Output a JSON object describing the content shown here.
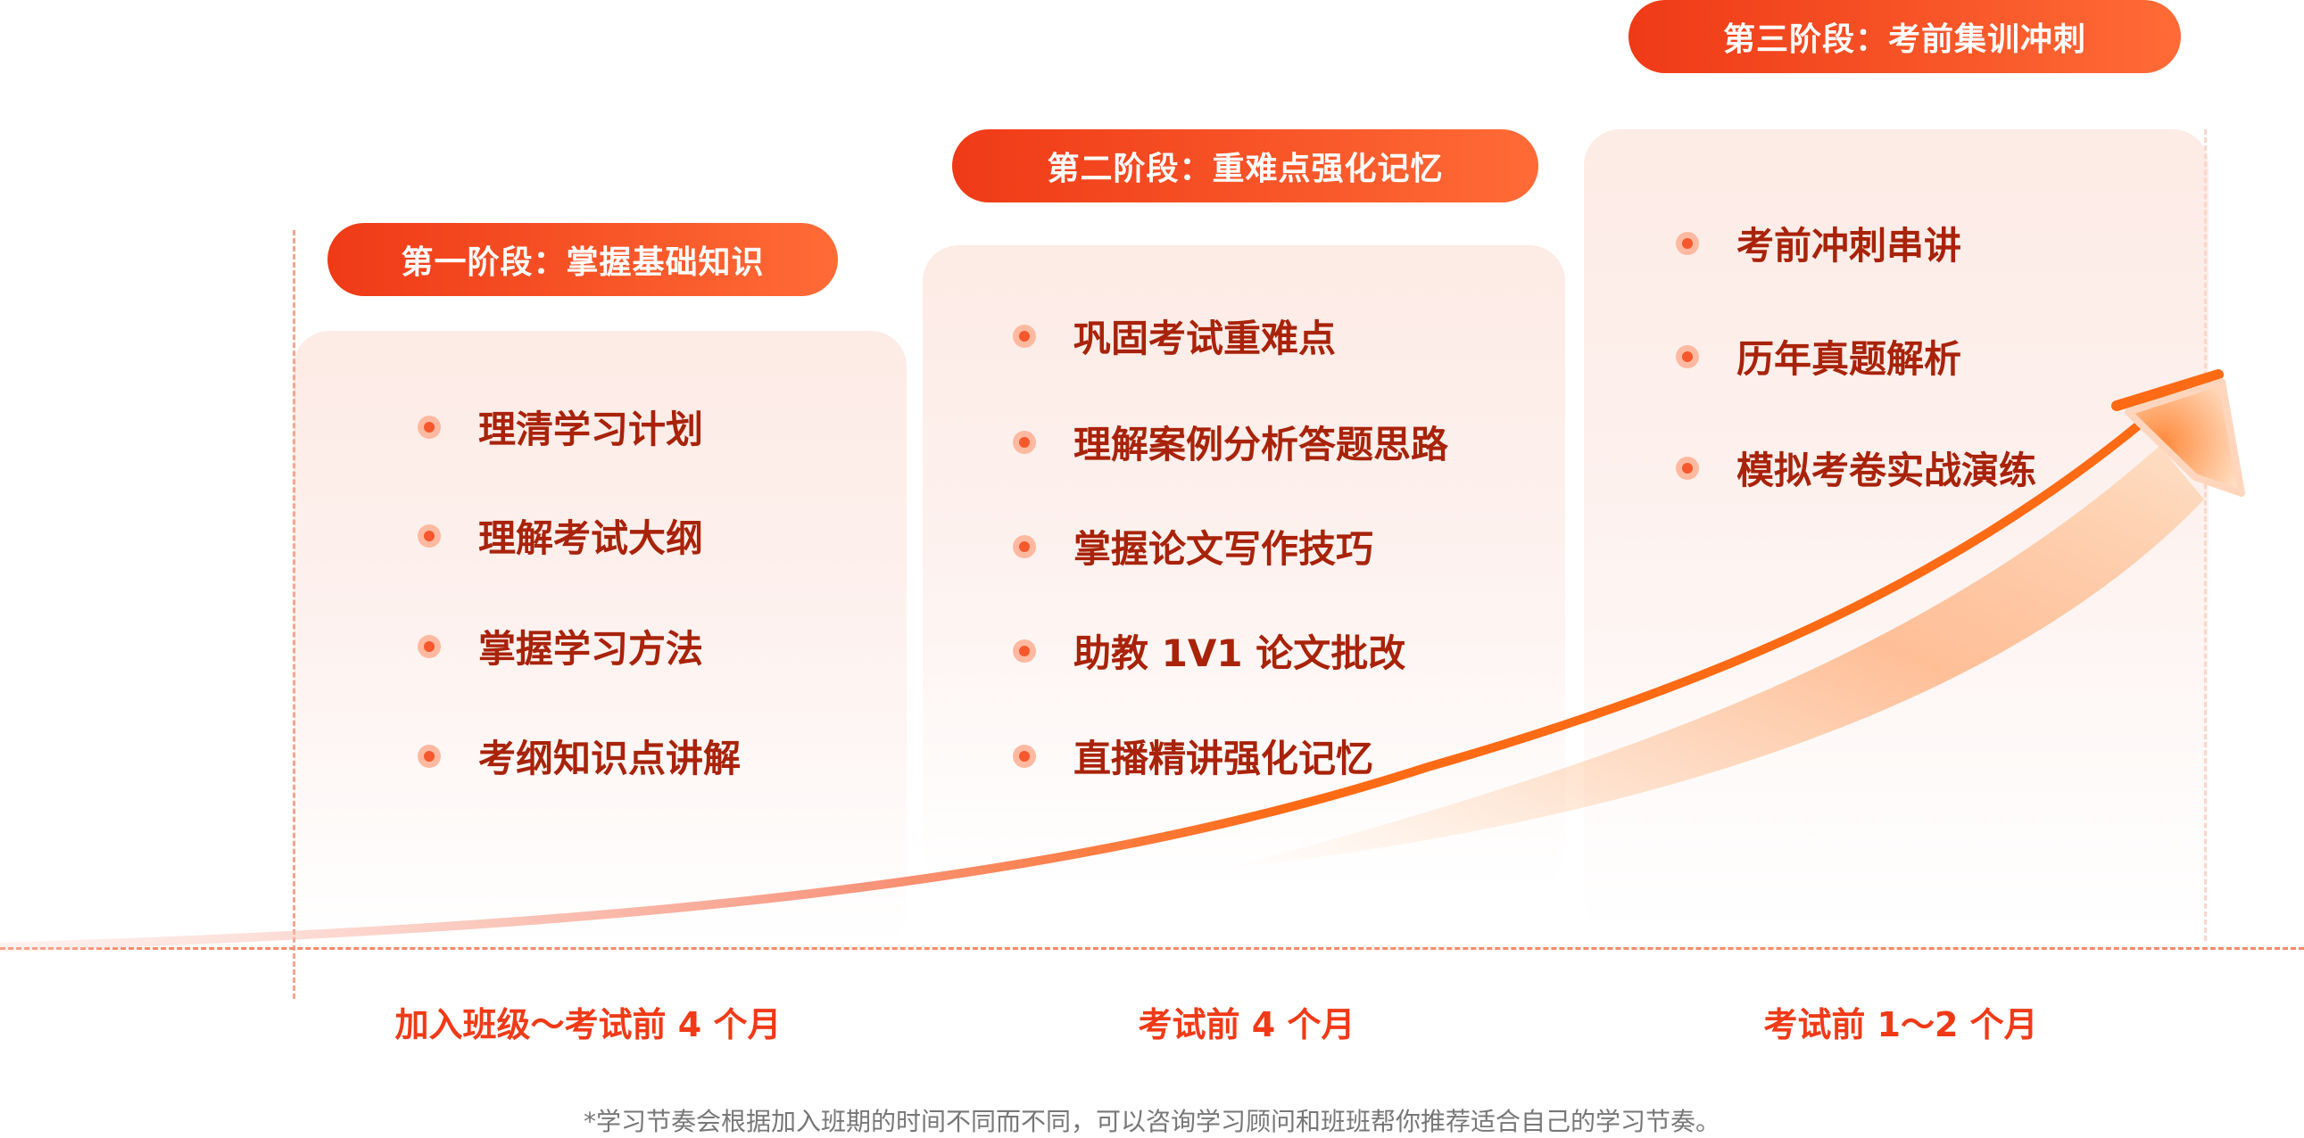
{
  "stages": [
    {
      "title": "第一阶段：掌握基础知识",
      "items": [
        "理清学习计划",
        "理解考试大纲",
        "掌握学习方法",
        "考纲知识点讲解"
      ],
      "time": "加入班级～考试前 4 个月"
    },
    {
      "title": "第二阶段：重难点强化记忆",
      "items": [
        "巩固考试重难点",
        "理解案例分析答题思路",
        "掌握论文写作技巧",
        "助教 1V1 论文批改",
        "直播精讲强化记忆"
      ],
      "time": "考试前 4 个月"
    },
    {
      "title": "第三阶段：考前集训冲刺",
      "items": [
        "考前冲刺串讲",
        "历年真题解析",
        "模拟考卷实战演练"
      ],
      "time": "考试前 1～2 个月"
    }
  ],
  "note": "*学习节奏会根据加入班期的时间不同而不同，可以咨询学习顾问和班班帮你推荐适合自己的学习节奏。",
  "colors": {
    "accent": "#f03a17",
    "item_text": "#a8230a",
    "arrow": "#ff6a14"
  }
}
